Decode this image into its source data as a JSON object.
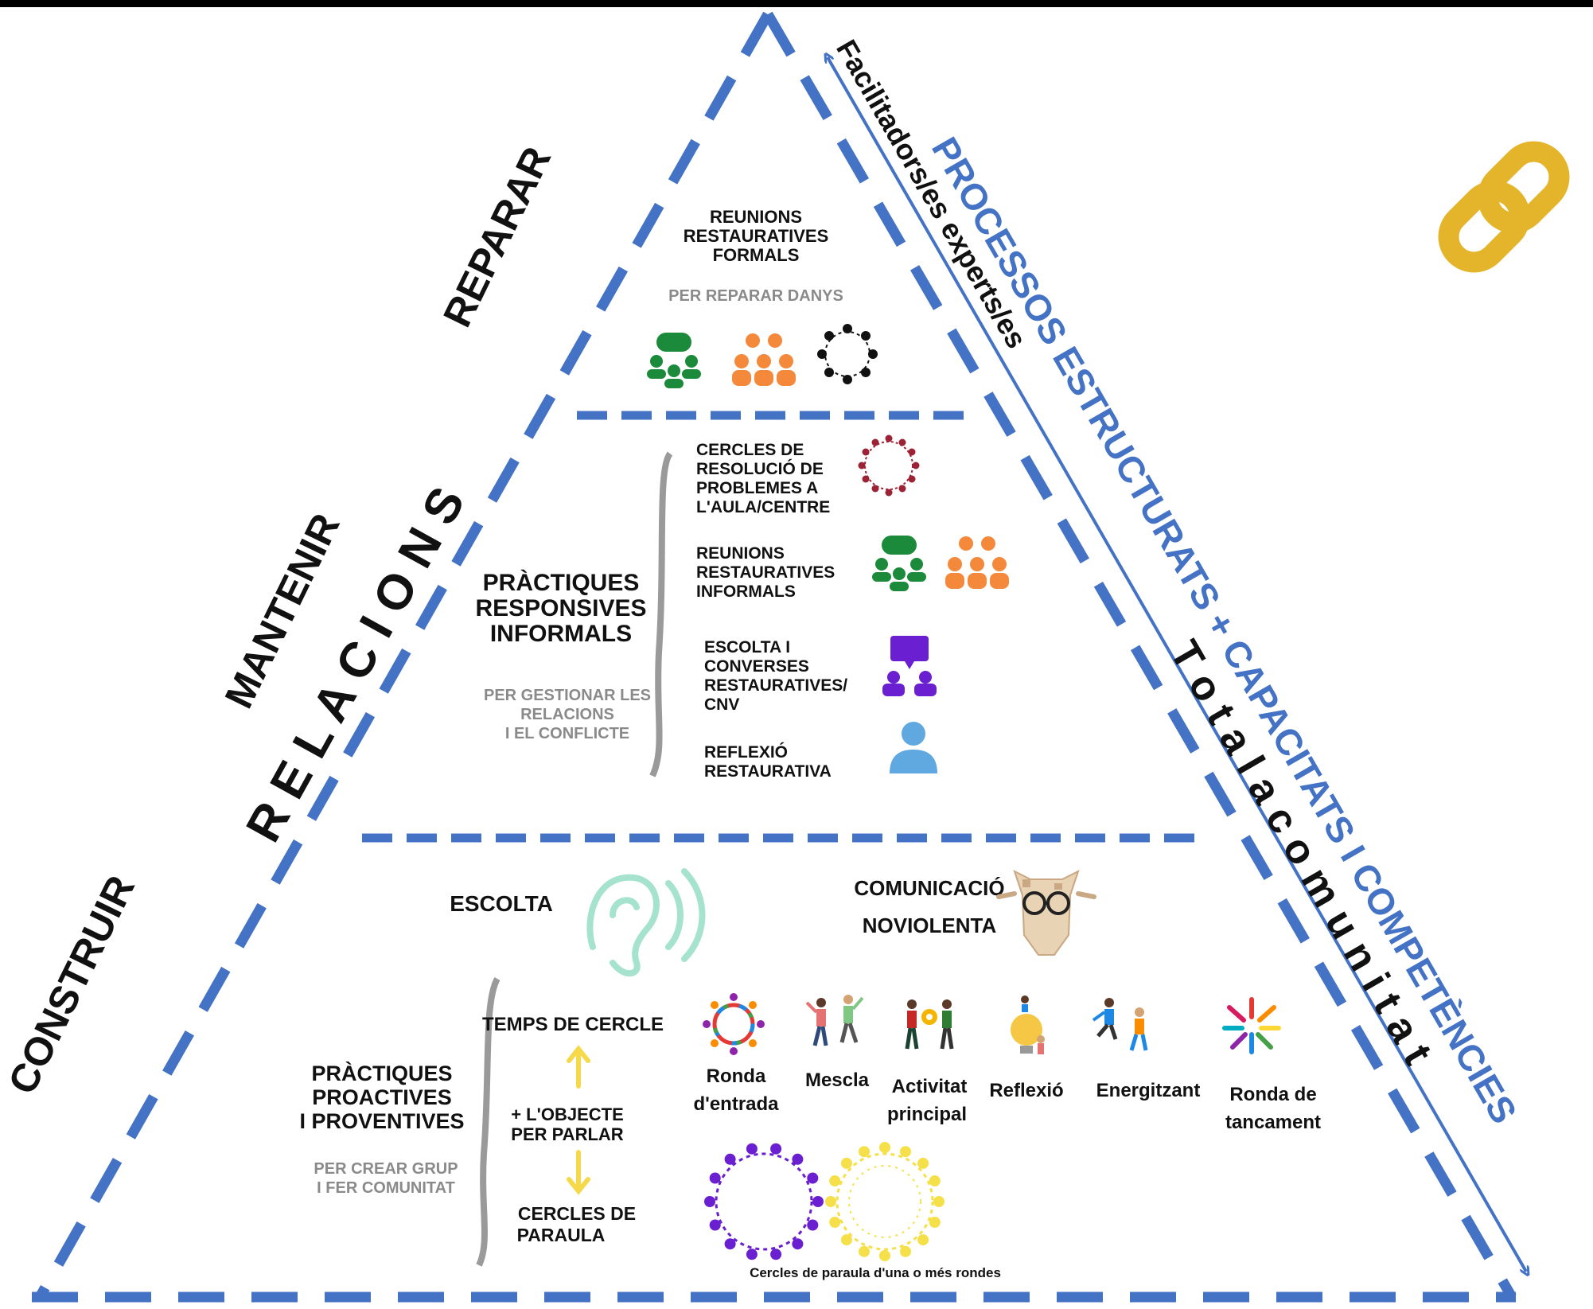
{
  "diagram": {
    "side_labels": {
      "repair": "REPARAR",
      "maintain": "MANTENIR",
      "build": "CONSTRUIR",
      "relations": "R E L A C I O N S"
    },
    "right_labels": {
      "processes": "PROCESSOS ESTRUCTURATS + CAPACITATS I COMPETÈNCIES",
      "facilitators": "Facilitadors/es experts/es",
      "community": "T o t a   l a   c o m u n i t a t"
    },
    "top_tier": {
      "title": [
        "REUNIONS",
        "RESTAURATIVES",
        "FORMALS"
      ],
      "subtitle": "PER REPARAR DANYS",
      "icons": [
        "group-talk-green-icon",
        "group-orange-icon",
        "circle-black-icon"
      ]
    },
    "middle_tier": {
      "title": [
        "PRÀCTIQUES",
        "RESPONSIVES",
        "INFORMALS"
      ],
      "subtitle": [
        "PER GESTIONAR LES",
        "RELACIONS",
        "I EL CONFLICTE"
      ],
      "items": [
        {
          "lines": [
            "CERCLES DE",
            "RESOLUCIÓ DE",
            "PROBLEMES A",
            "L'AULA/CENTRE"
          ],
          "icon": "circle-maroon-icon"
        },
        {
          "lines": [
            "REUNIONS",
            "RESTAURATIVES",
            "INFORMALS"
          ],
          "icon": "group-green-orange-icon"
        },
        {
          "lines": [
            "ESCOLTA I",
            "CONVERSES",
            "RESTAURATIVES/",
            "CNV"
          ],
          "icon": "conversation-purple-icon"
        },
        {
          "lines": [
            "REFLEXIÓ",
            "RESTAURATIVA"
          ],
          "icon": "person-blue-icon"
        }
      ]
    },
    "bottom_tier": {
      "listening": "ESCOLTA",
      "nvc": [
        "COMUNICACIÓ",
        "NOVIOLENTA"
      ],
      "title": [
        "PRÀCTIQUES",
        "PROACTIVES",
        "I PROVENTIVES"
      ],
      "subtitle": [
        "PER CREAR GRUP",
        "I FER COMUNITAT"
      ],
      "circle_time": "TEMPS DE CERCLE",
      "talking_object": [
        "+ L'OBJECTE",
        "PER PARLAR"
      ],
      "speaking_circles": [
        "CERCLES  DE",
        "PARAULA"
      ],
      "stages": [
        {
          "lines": [
            "Ronda",
            "d'entrada"
          ],
          "icon": "ring-colorful-icon"
        },
        {
          "lines": [
            "Mescla"
          ],
          "icon": "people-dancing-icon"
        },
        {
          "lines": [
            "Activitat",
            "principal"
          ],
          "icon": "people-gears-icon"
        },
        {
          "lines": [
            "Reflexió"
          ],
          "icon": "lightbulb-icon"
        },
        {
          "lines": [
            "Energitzant"
          ],
          "icon": "people-jumping-icon"
        },
        {
          "lines": [
            "Ronda  de",
            "tancament"
          ],
          "icon": "ring-hands-icon"
        }
      ],
      "circles_caption": "Cercles de paraula d'una o més rondes"
    },
    "colors": {
      "blue": "#4472c4",
      "green": "#1b8a3a",
      "orange": "#f4883b",
      "purple": "#6a1fd1",
      "yellow": "#f6e04a",
      "link": "#e4b52a",
      "maroon": "#9b2335",
      "light_blue": "#5fa8e0",
      "mint": "#a6e3cf",
      "grey": "#8a8a8a"
    }
  }
}
